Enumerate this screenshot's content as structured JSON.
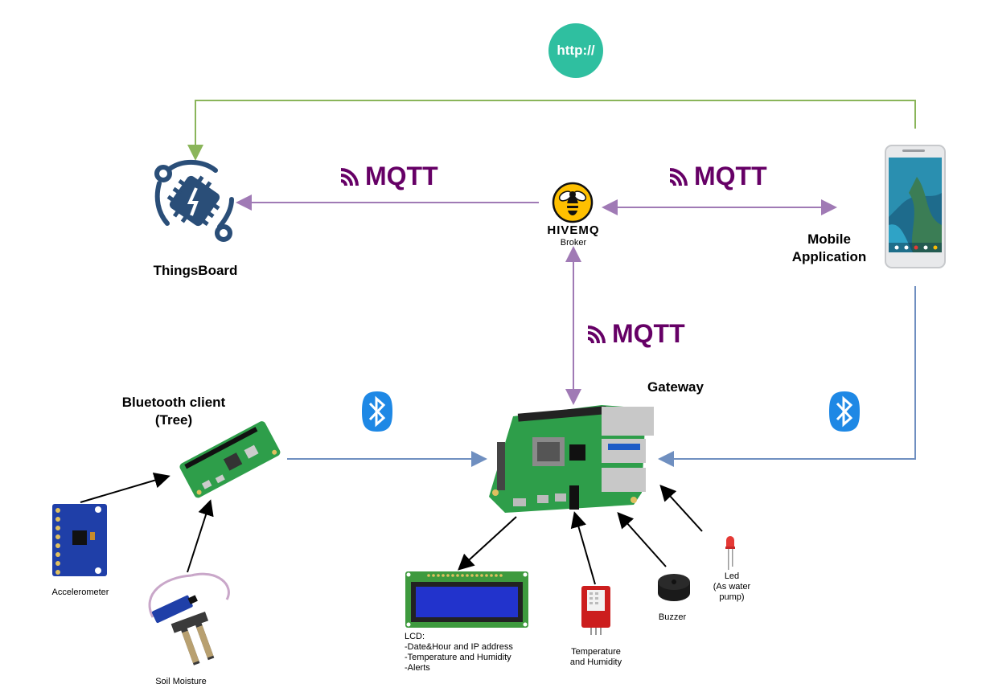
{
  "nodes": {
    "http_badge": "http://",
    "thingsboard": "ThingsBoard",
    "hivemq_logo": "HIVEMQ",
    "hivemq_sub": "Broker",
    "mobile": "Mobile\nApplication",
    "bluetooth_client_line1": "Bluetooth client",
    "bluetooth_client_line2": "(Tree)",
    "gateway": "Gateway",
    "accelerometer": "Accelerometer",
    "soil_moisture": "Soil Moisture",
    "lcd_title": "LCD:",
    "lcd_line1": "-Date&Hour and IP address",
    "lcd_line2": "-Temperature and Humidity",
    "lcd_line3": "-Alerts",
    "temp_line1": "Temperature",
    "temp_line2": "and Humidity",
    "buzzer": "Buzzer",
    "led_line1": "Led",
    "led_line2": "(As water",
    "led_line3": "pump)"
  },
  "protocols": {
    "mqtt_label": "MQTT"
  },
  "colors": {
    "http_green": "#2fbfa0",
    "http_line": "#8ab55a",
    "mqtt_purple": "#660066",
    "mqtt_line": "#a07ab5",
    "bt_line": "#6f8fc0",
    "bluetooth_blue": "#1e88e5",
    "thingsboard_blue": "#2a4e78",
    "hivemq_yellow": "#ffc000"
  },
  "icons": [
    "thingsboard-icon",
    "hivemq-bee-icon",
    "smartphone-icon",
    "bluetooth-icon",
    "raspberry-pi-4-icon",
    "raspberry-pi-zero-icon",
    "accelerometer-module-icon",
    "soil-moisture-sensor-icon",
    "lcd-display-icon",
    "dht-sensor-icon",
    "buzzer-icon",
    "led-icon"
  ]
}
